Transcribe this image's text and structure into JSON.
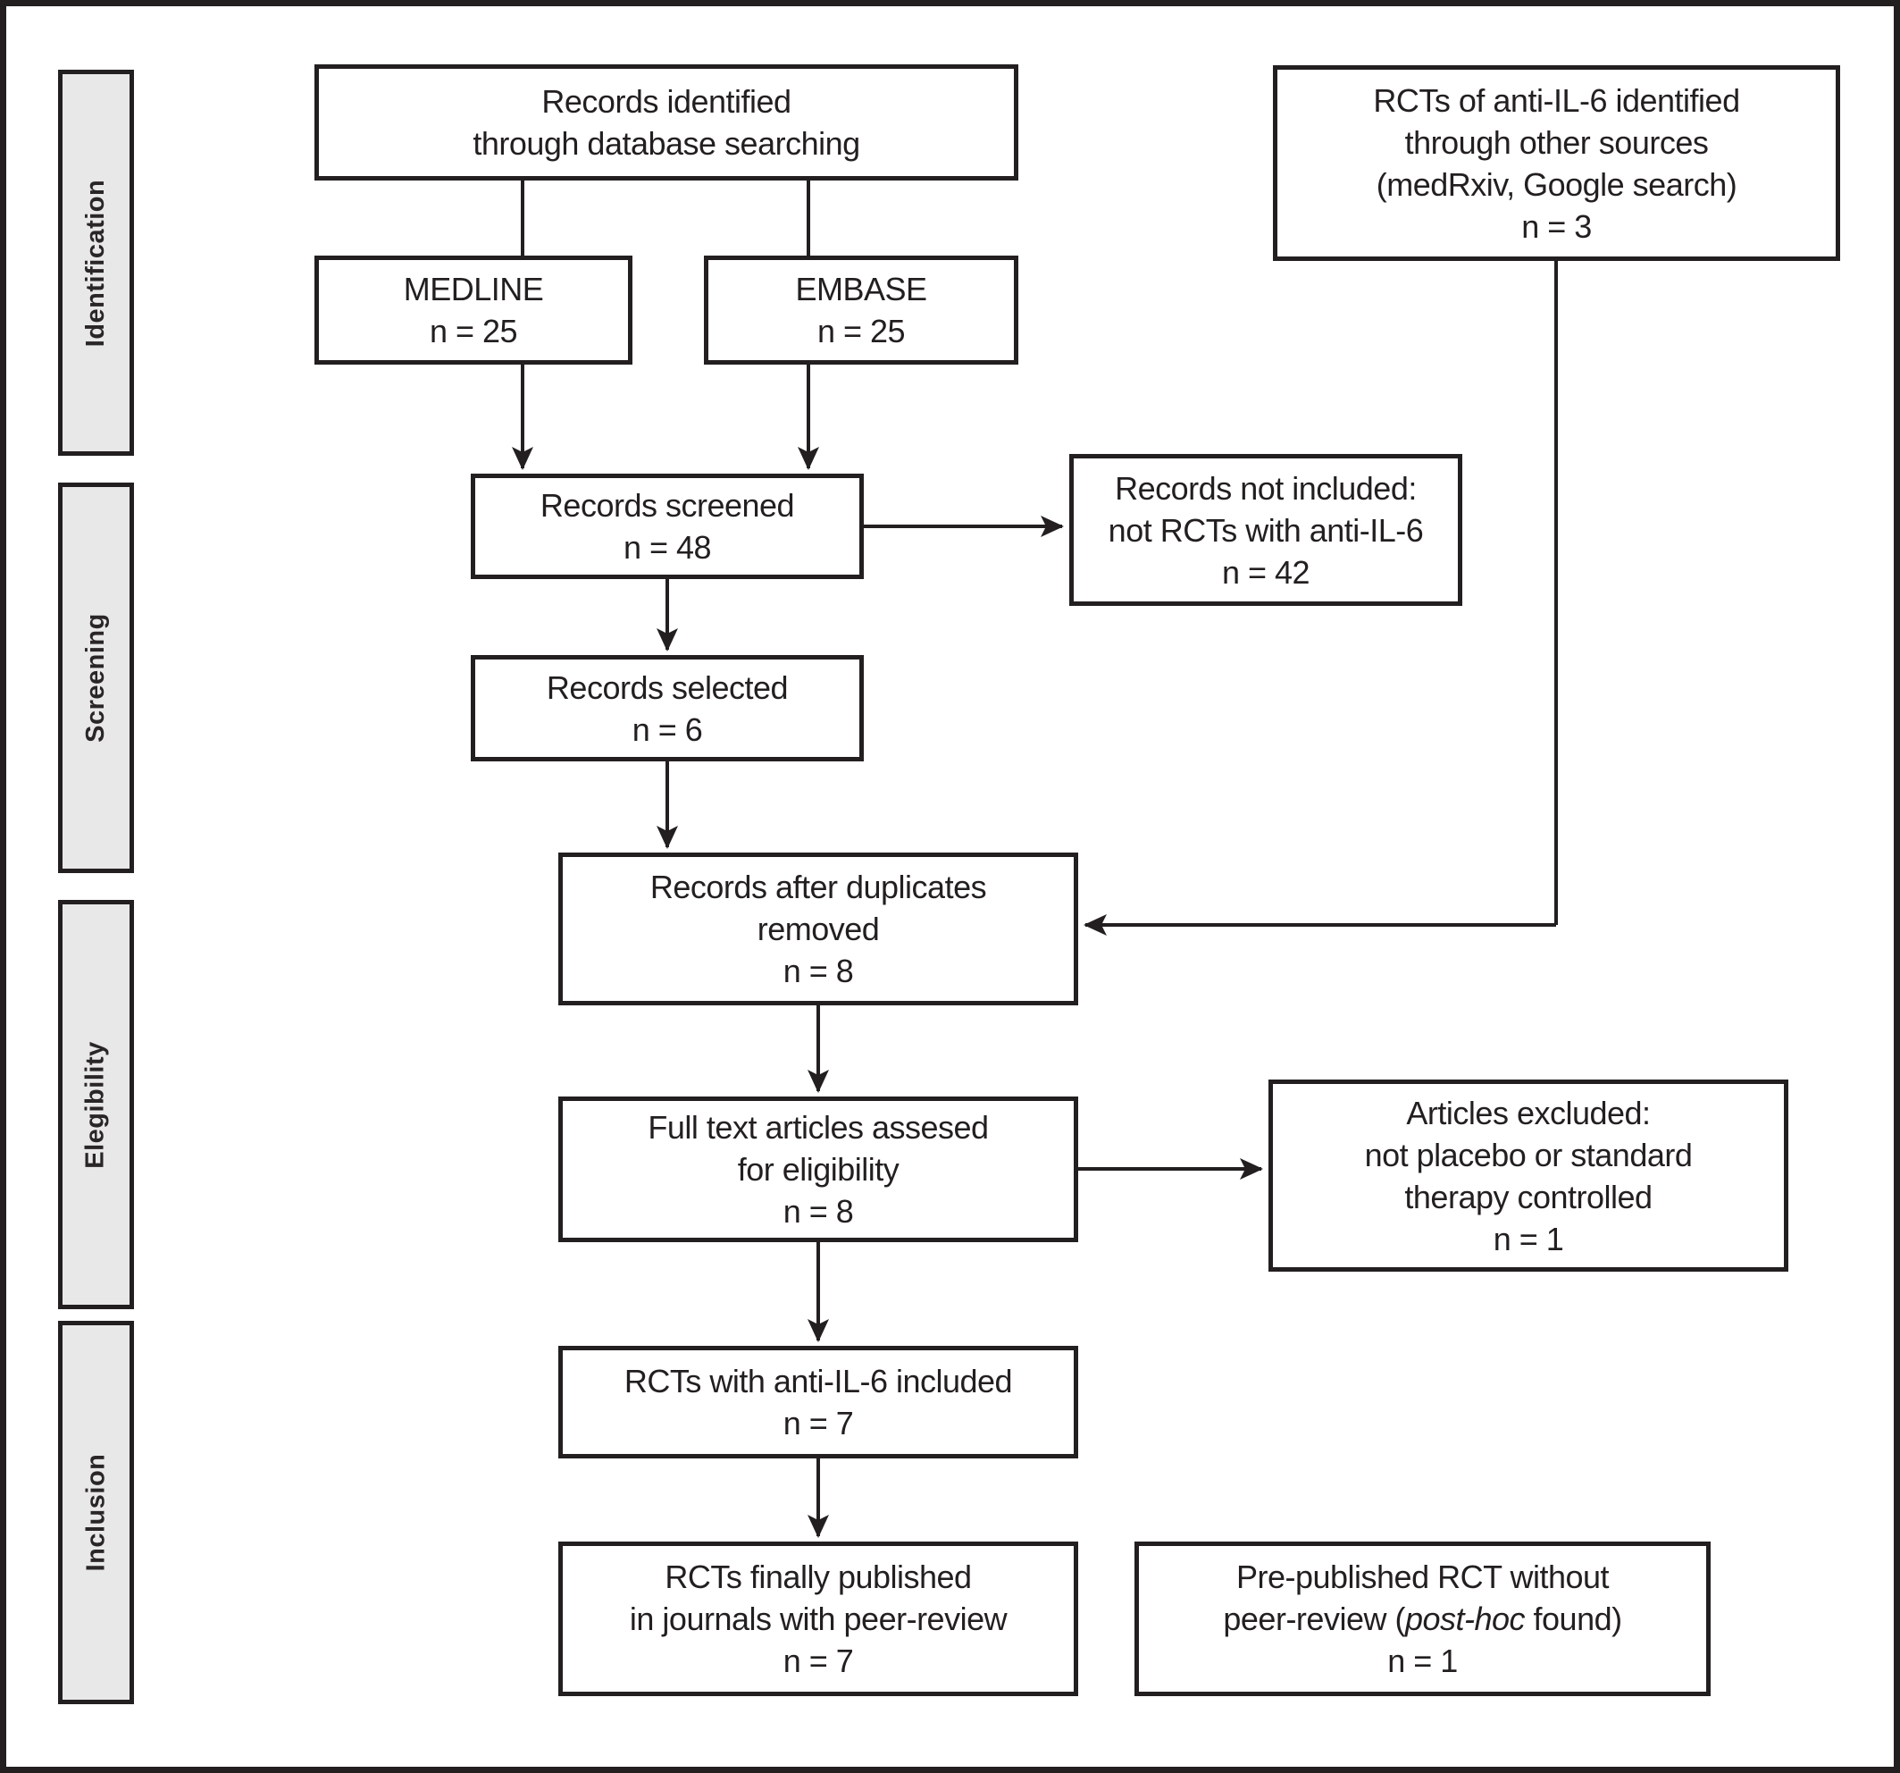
{
  "stages": [
    {
      "label": "Identification"
    },
    {
      "label": "Screening"
    },
    {
      "label": "Elegibility"
    },
    {
      "label": "Inclusion"
    }
  ],
  "boxes": {
    "records_identified": {
      "lines": [
        "Records identified",
        "through database searching"
      ]
    },
    "medline": {
      "lines": [
        "MEDLINE",
        "n = 25"
      ]
    },
    "embase": {
      "lines": [
        "EMBASE",
        "n = 25"
      ]
    },
    "other_sources": {
      "lines": [
        "RCTs of anti-IL-6 identified",
        "through other sources",
        "(medRxiv, Google search)",
        "n = 3"
      ]
    },
    "records_screened": {
      "lines": [
        "Records screened",
        "n = 48"
      ]
    },
    "records_not_included": {
      "lines": [
        "Records not included:",
        "not RCTs with anti-IL-6",
        "n = 42"
      ]
    },
    "records_selected": {
      "lines": [
        "Records selected",
        "n = 6"
      ]
    },
    "records_after_duplicates": {
      "lines": [
        "Records after duplicates",
        "removed",
        "n = 8"
      ]
    },
    "full_text_assessed": {
      "lines": [
        "Full text articles assesed",
        "for eligibility",
        "n = 8"
      ]
    },
    "articles_excluded": {
      "lines": [
        "Articles excluded:",
        "not placebo or standard",
        "therapy controlled",
        "n = 1"
      ]
    },
    "rcts_included": {
      "lines": [
        "RCTs with anti-IL-6 included",
        "n = 7"
      ]
    },
    "rcts_published": {
      "lines": [
        "RCTs finally published",
        "in journals with peer-review",
        "n = 7"
      ]
    },
    "prepublished": {
      "line1": "Pre-published RCT without",
      "line2_pre": "peer-review (",
      "line2_italic": "post-hoc",
      "line2_post": " found)",
      "line3": "n = 1"
    }
  },
  "colors": {
    "ink": "#231f20",
    "stage_bg": "#e8e8e8",
    "background": "#ffffff"
  }
}
